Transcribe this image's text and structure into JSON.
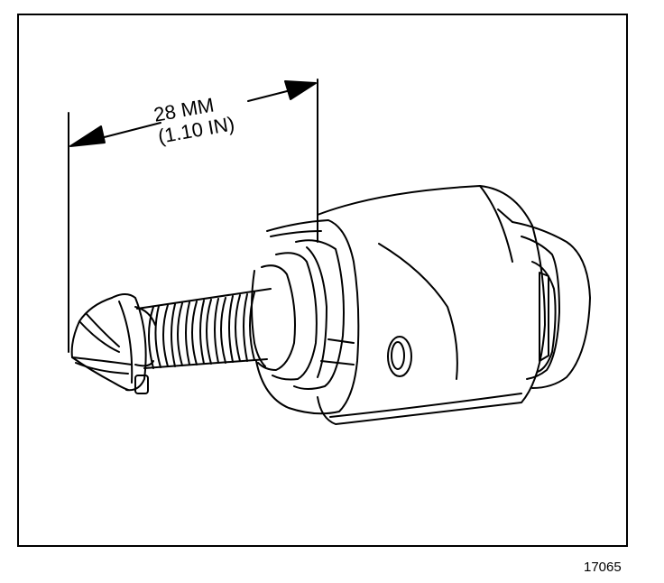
{
  "dimension": {
    "metric": "28 MM",
    "imperial": "(1.10 IN)"
  },
  "figure_number": "17065"
}
